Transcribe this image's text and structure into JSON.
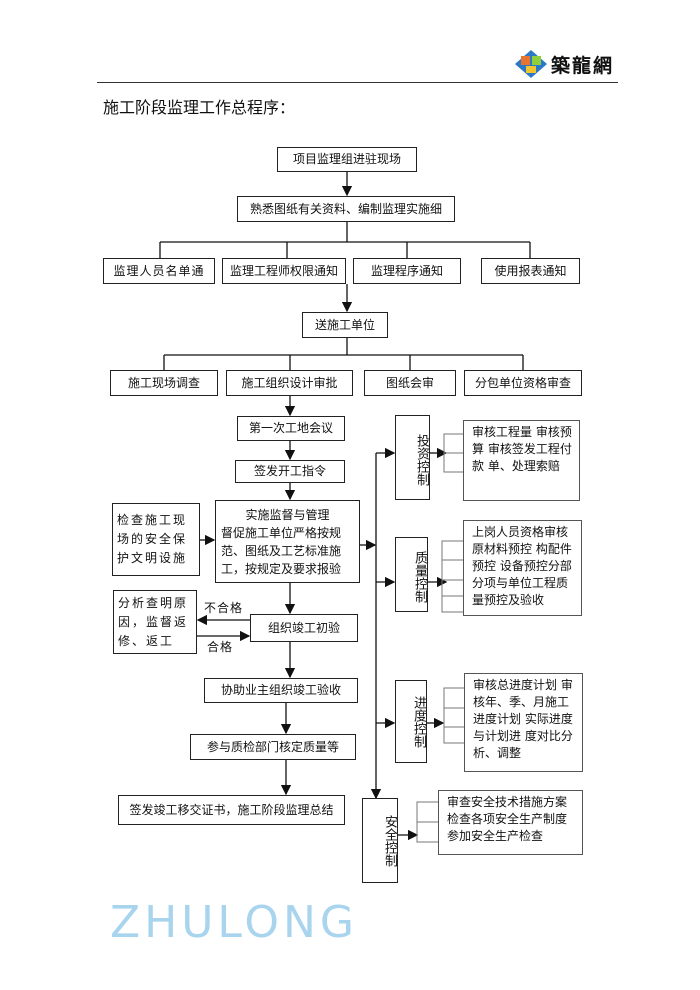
{
  "header": {
    "logo_text": "築龍網",
    "logo_colors": [
      "#e8732c",
      "#8fcf3c",
      "#2a78c8",
      "#f2c530"
    ]
  },
  "title": "施工阶段监理工作总程序：",
  "watermark": "ZHULONG",
  "flow": {
    "b1": "项目监理组进驻现场",
    "b2": "熟悉图纸有关资料、编制监理实施细",
    "row3": [
      "监理人员名单通",
      "监理工程师权限通知",
      "监理程序通知",
      "使用报表通知"
    ],
    "b4": "送施工单位",
    "row5": [
      "施工现场调查",
      "施工组织设计审批",
      "图纸会审",
      "分包单位资格审查"
    ],
    "meeting": "第一次工地会议",
    "order": "签发开工指令",
    "supervise_title": "实施监督与管理",
    "supervise_body": "督促施工单位严格按规范、图纸及工艺标准施工，按规定及要求报验",
    "safety_check": "检查施工现场的安全保护文明设施",
    "analyze": "分析查明原因，监督返修、返工",
    "fail": "不合格",
    "pass": "合格",
    "initial_acceptance": "组织竣工初验",
    "assist": "协助业主组织竣工验收",
    "participate": "参与质检部门核定质量等",
    "handover": "签发竣工移交证书，施工阶段监理总结"
  },
  "controls": [
    {
      "label": "投资控制",
      "text": "审核工程量 审核预算 审核签发工程付款 单、处理索赔"
    },
    {
      "label": "质量控制",
      "text": "上岗人员资格审核原材料预控 构配件预控 设备预控分部分项与单位工程质量预控及验收"
    },
    {
      "label": "进度控制",
      "text": "审核总进度计划 审核年、季、月施工进度计划 实际进度与计划进 度对比分析、调整"
    },
    {
      "label": "安全控制",
      "text": "审查安全技术措施方案检查各项安全生产制度参加安全生产检查"
    }
  ]
}
